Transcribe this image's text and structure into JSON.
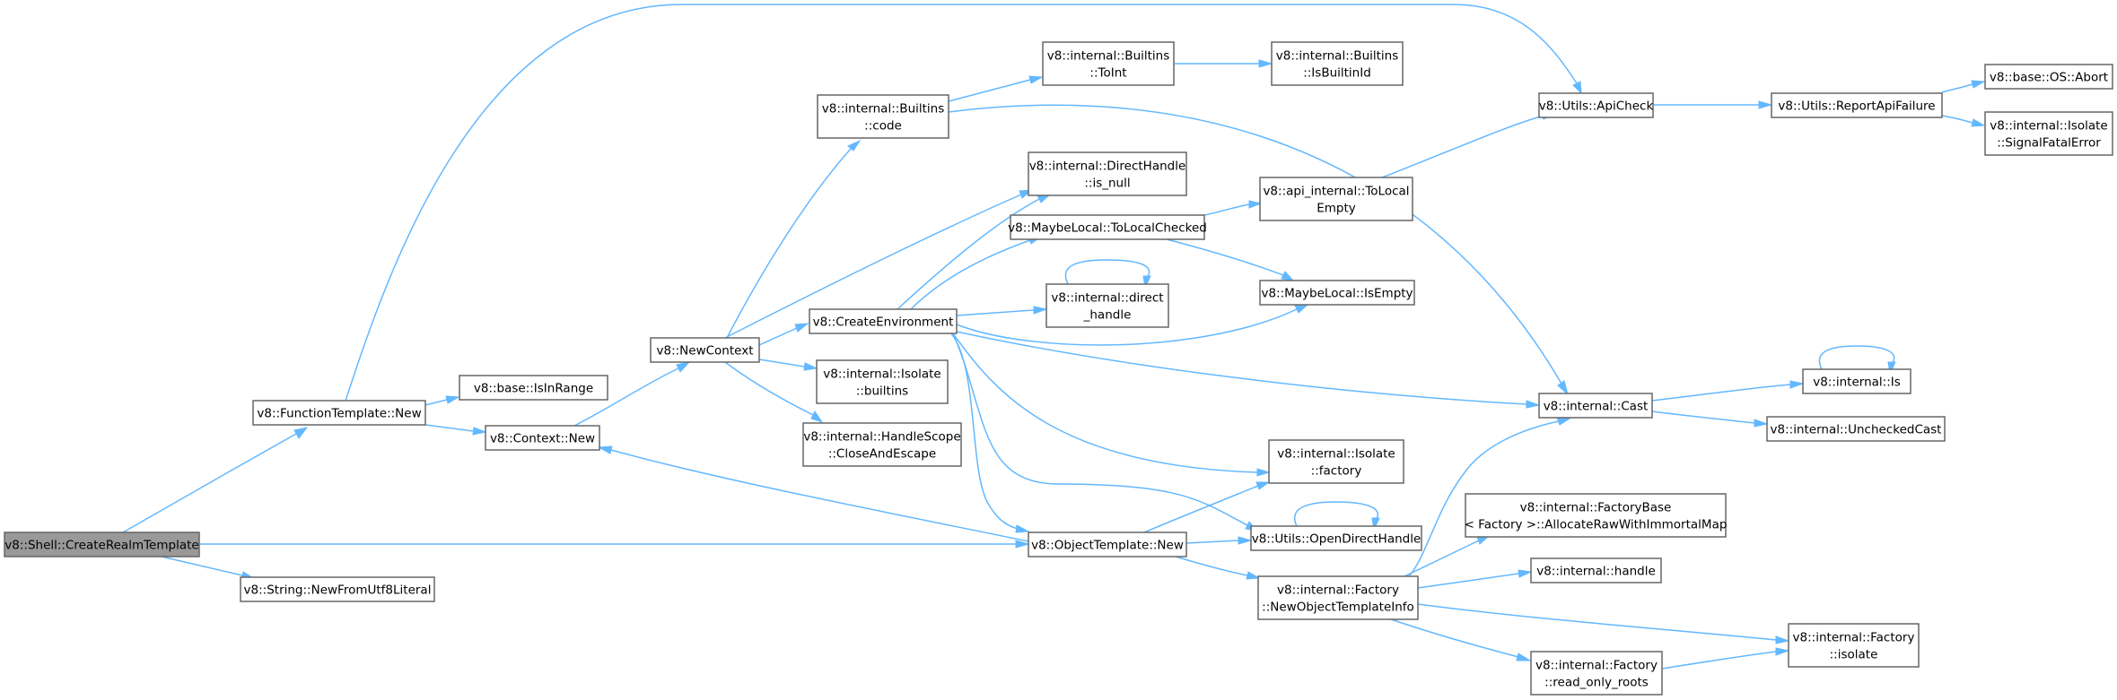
{
  "graph": {
    "root": "createrealm",
    "colors": {
      "edge": "#63b8ff",
      "node_border": "#666666",
      "root_fill": "#999999",
      "node_fill": "#ffffff"
    },
    "nodes": [
      {
        "id": "createrealm",
        "lines": [
          "v8::Shell::CreateRealmTemplate"
        ]
      },
      {
        "id": "ftnew",
        "lines": [
          "v8::FunctionTemplate::New"
        ]
      },
      {
        "id": "strnew",
        "lines": [
          "v8::String::NewFromUtf8Literal"
        ]
      },
      {
        "id": "isinrange",
        "lines": [
          "v8::base::IsInRange"
        ]
      },
      {
        "id": "ctxnew",
        "lines": [
          "v8::Context::New"
        ]
      },
      {
        "id": "newcontext",
        "lines": [
          "v8::NewContext"
        ]
      },
      {
        "id": "bcode",
        "lines": [
          "v8::internal::Builtins",
          "::code"
        ]
      },
      {
        "id": "createenv",
        "lines": [
          "v8::CreateEnvironment"
        ]
      },
      {
        "id": "isobuiltins",
        "lines": [
          "v8::internal::Isolate",
          "::builtins"
        ]
      },
      {
        "id": "hscope",
        "lines": [
          "v8::internal::HandleScope",
          "::CloseAndEscape"
        ]
      },
      {
        "id": "otnew",
        "lines": [
          "v8::ObjectTemplate::New"
        ]
      },
      {
        "id": "toint",
        "lines": [
          "v8::internal::Builtins",
          "::ToInt"
        ]
      },
      {
        "id": "isbuiltinid",
        "lines": [
          "v8::internal::Builtins",
          "::IsBuiltinId"
        ]
      },
      {
        "id": "dhisnull",
        "lines": [
          "v8::internal::DirectHandle",
          "::is_null"
        ]
      },
      {
        "id": "mltlc",
        "lines": [
          "v8::MaybeLocal::ToLocalChecked"
        ]
      },
      {
        "id": "directhandle",
        "lines": [
          "v8::internal::direct",
          "_handle"
        ]
      },
      {
        "id": "tolocalempty",
        "lines": [
          "v8::api_internal::ToLocal",
          "Empty"
        ]
      },
      {
        "id": "mlisempty",
        "lines": [
          "v8::MaybeLocal::IsEmpty"
        ]
      },
      {
        "id": "isofactory",
        "lines": [
          "v8::internal::Isolate",
          "::factory"
        ]
      },
      {
        "id": "opendh",
        "lines": [
          "v8::Utils::OpenDirectHandle"
        ]
      },
      {
        "id": "newoti",
        "lines": [
          "v8::internal::Factory",
          "::NewObjectTemplateInfo"
        ]
      },
      {
        "id": "apicheck",
        "lines": [
          "v8::Utils::ApiCheck"
        ]
      },
      {
        "id": "cast",
        "lines": [
          "v8::internal::Cast"
        ]
      },
      {
        "id": "fballoc",
        "lines": [
          "v8::internal::FactoryBase",
          "< Factory >::AllocateRawWithImmortalMap"
        ]
      },
      {
        "id": "handle",
        "lines": [
          "v8::internal::handle"
        ]
      },
      {
        "id": "rroots",
        "lines": [
          "v8::internal::Factory",
          "::read_only_roots"
        ]
      },
      {
        "id": "reportapi",
        "lines": [
          "v8::Utils::ReportApiFailure"
        ]
      },
      {
        "id": "is",
        "lines": [
          "v8::internal::Is"
        ]
      },
      {
        "id": "unchecked",
        "lines": [
          "v8::internal::UncheckedCast"
        ]
      },
      {
        "id": "facisolate",
        "lines": [
          "v8::internal::Factory",
          "::isolate"
        ]
      },
      {
        "id": "abort",
        "lines": [
          "v8::base::OS::Abort"
        ]
      },
      {
        "id": "fatal",
        "lines": [
          "v8::internal::Isolate",
          "::SignalFatalError"
        ]
      }
    ],
    "edges": [
      {
        "from": "createrealm",
        "to": "ftnew"
      },
      {
        "from": "createrealm",
        "to": "otnew"
      },
      {
        "from": "createrealm",
        "to": "strnew"
      },
      {
        "from": "ftnew",
        "to": "apicheck"
      },
      {
        "from": "ftnew",
        "to": "isinrange"
      },
      {
        "from": "ftnew",
        "to": "ctxnew"
      },
      {
        "from": "ctxnew",
        "to": "newcontext"
      },
      {
        "from": "newcontext",
        "to": "bcode"
      },
      {
        "from": "newcontext",
        "to": "dhisnull"
      },
      {
        "from": "newcontext",
        "to": "createenv"
      },
      {
        "from": "newcontext",
        "to": "isobuiltins"
      },
      {
        "from": "newcontext",
        "to": "hscope"
      },
      {
        "from": "bcode",
        "to": "toint"
      },
      {
        "from": "bcode",
        "to": "cast"
      },
      {
        "from": "toint",
        "to": "isbuiltinid"
      },
      {
        "from": "createenv",
        "to": "dhisnull"
      },
      {
        "from": "createenv",
        "to": "mltlc"
      },
      {
        "from": "createenv",
        "to": "directhandle"
      },
      {
        "from": "createenv",
        "to": "mlisempty"
      },
      {
        "from": "createenv",
        "to": "cast"
      },
      {
        "from": "createenv",
        "to": "isofactory"
      },
      {
        "from": "createenv",
        "to": "opendh"
      },
      {
        "from": "createenv",
        "to": "otnew"
      },
      {
        "from": "mltlc",
        "to": "tolocalempty"
      },
      {
        "from": "mltlc",
        "to": "mlisempty"
      },
      {
        "from": "directhandle",
        "to": "directhandle"
      },
      {
        "from": "tolocalempty",
        "to": "apicheck"
      },
      {
        "from": "otnew",
        "to": "ctxnew"
      },
      {
        "from": "otnew",
        "to": "isofactory"
      },
      {
        "from": "otnew",
        "to": "opendh"
      },
      {
        "from": "otnew",
        "to": "newoti"
      },
      {
        "from": "opendh",
        "to": "opendh"
      },
      {
        "from": "newoti",
        "to": "cast"
      },
      {
        "from": "newoti",
        "to": "fballoc"
      },
      {
        "from": "newoti",
        "to": "handle"
      },
      {
        "from": "newoti",
        "to": "facisolate"
      },
      {
        "from": "newoti",
        "to": "rroots"
      },
      {
        "from": "rroots",
        "to": "facisolate"
      },
      {
        "from": "apicheck",
        "to": "reportapi"
      },
      {
        "from": "cast",
        "to": "is"
      },
      {
        "from": "cast",
        "to": "unchecked"
      },
      {
        "from": "is",
        "to": "is"
      },
      {
        "from": "reportapi",
        "to": "abort"
      },
      {
        "from": "reportapi",
        "to": "fatal"
      }
    ]
  }
}
